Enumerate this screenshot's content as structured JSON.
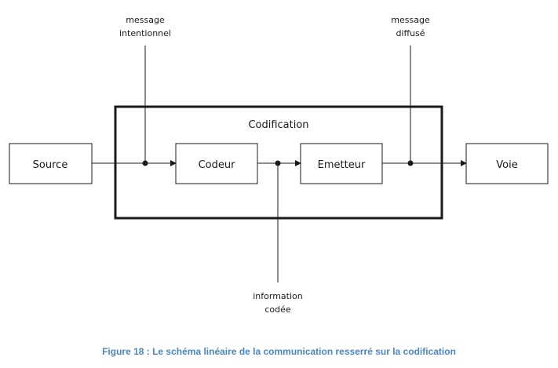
{
  "diagram": {
    "group_label": "Codification",
    "boxes": {
      "source": "Source",
      "codeur": "Codeur",
      "emetteur": "Emetteur",
      "voie": "Voie"
    },
    "annotations": {
      "message_intentionnel": [
        "message",
        "intentionnel"
      ],
      "message_diffuse": [
        "message",
        "diffusé"
      ],
      "information_codee": [
        "information",
        "codée"
      ]
    }
  },
  "caption": "Figure 18 : Le schéma linéaire de la communication resserré sur la codification",
  "colors": {
    "caption": "#4a86c5",
    "stroke": "#1a1a1a"
  }
}
